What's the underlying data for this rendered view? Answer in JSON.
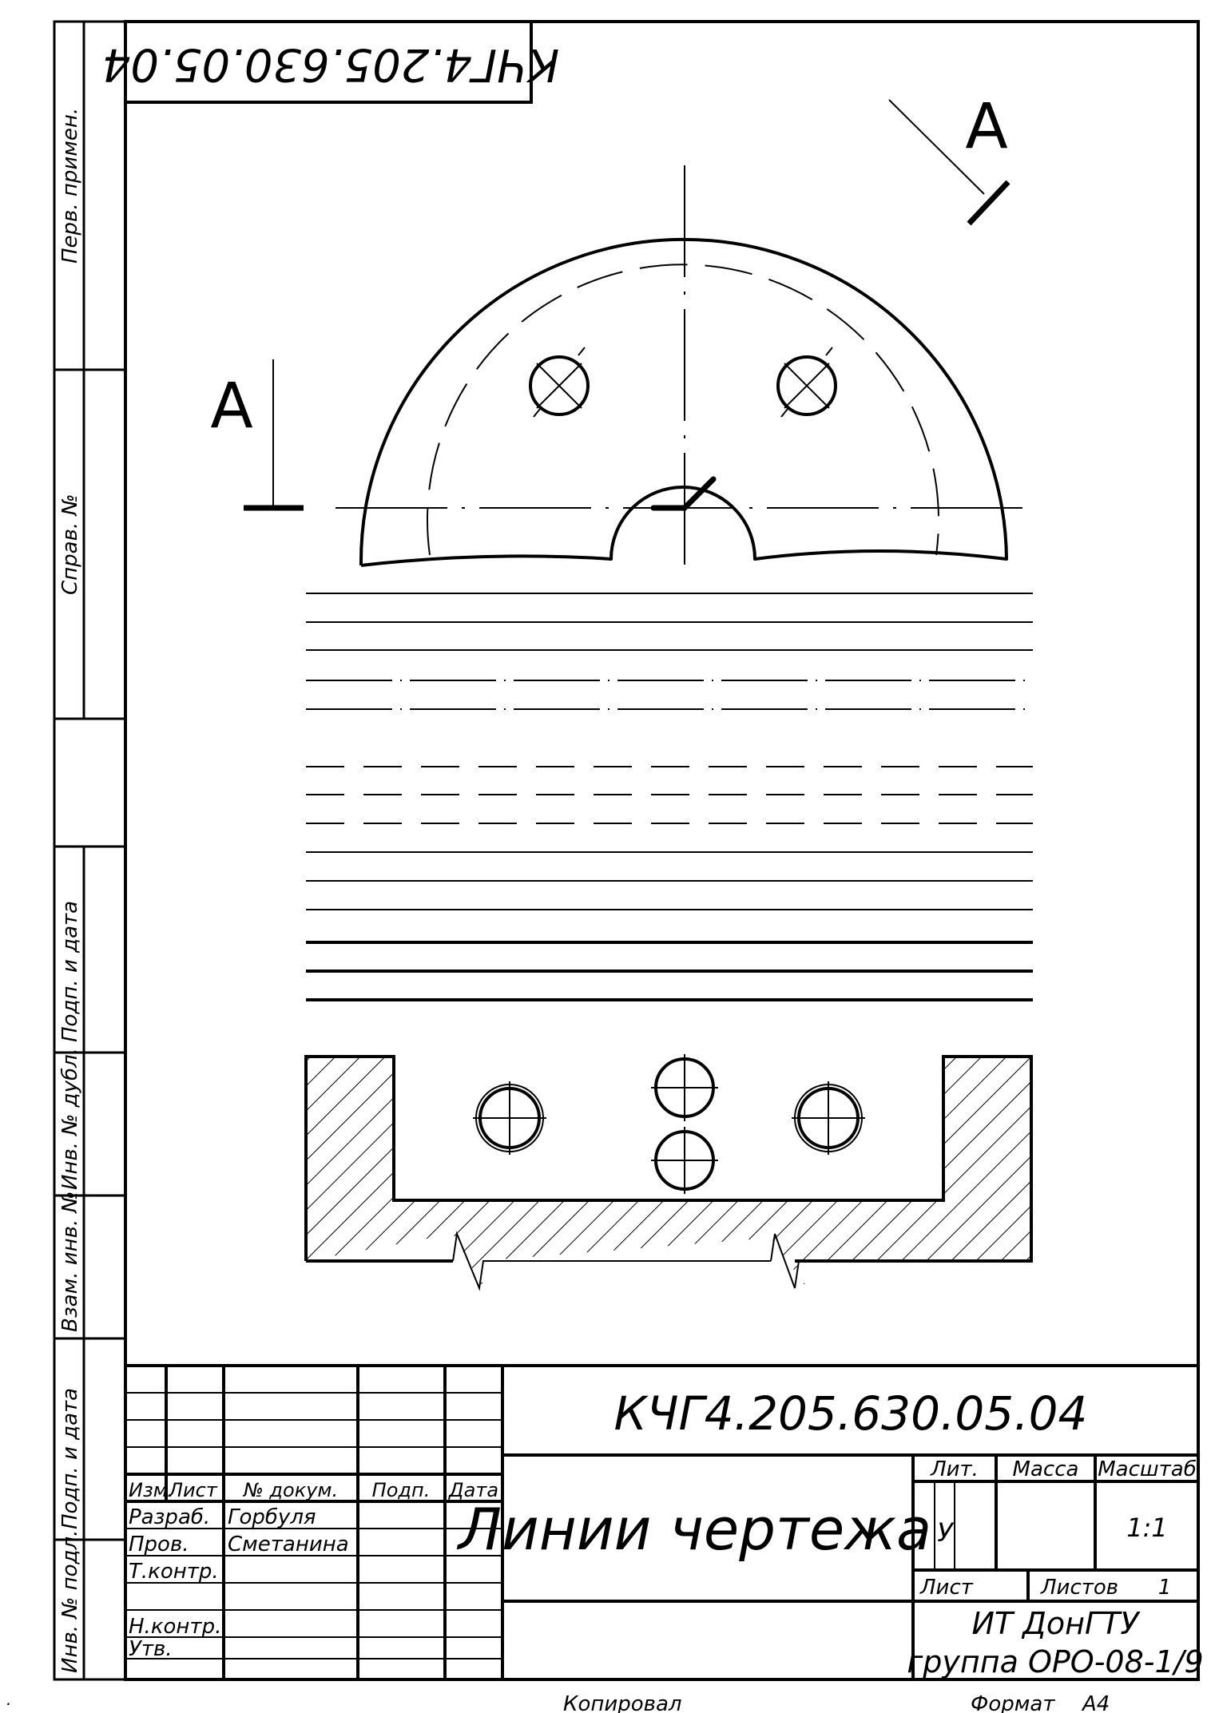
{
  "top_code": "КЧГ4.205.630.05.04",
  "section_letter": "А",
  "side_labels": {
    "perv_primen": "Перв. примен.",
    "sprav_no": "Справ. №",
    "podp_data_upper": "Подп. и дата",
    "inv_dubl": "Инв. № дубл.",
    "vzam_inv": "Взам. инв. №",
    "podp_data_lower": "Подп. и дата",
    "inv_podl": "Инв. № подл."
  },
  "title_block": {
    "designation": "КЧГ4.205.630.05.04",
    "title": "Линии чертежа",
    "headers": {
      "izm": "Изм.",
      "list": "Лист",
      "dokum": "№ докум.",
      "podp": "Подп.",
      "data": "Дата"
    },
    "roles": {
      "razrab": "Разраб.",
      "prov": "Пров.",
      "tkontr": "Т.контр.",
      "nkontr": "Н.контр.",
      "utv": "Утв."
    },
    "names": {
      "razrab": "Горбуля",
      "prov": "Сметанина"
    },
    "lit_label": "Лит.",
    "lit_value": "У",
    "massa_label": "Масса",
    "masshtab_label": "Масштаб",
    "masshtab_value": "1:1",
    "list_label": "Лист",
    "listov_label": "Листов",
    "listov_value": "1",
    "org_line1": "ИТ ДонГТУ",
    "org_line2": "группа ОРО-08-1/9"
  },
  "footer": {
    "kopiroval": "Копировал",
    "format_label": "Формат",
    "format_value": "А4"
  },
  "corner_mark": "."
}
